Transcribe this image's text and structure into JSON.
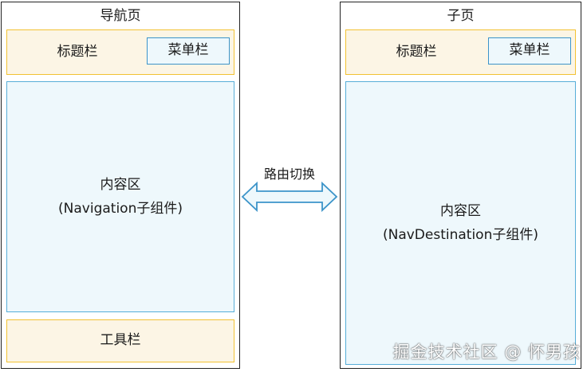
{
  "navigation_page": {
    "title": "导航页",
    "title_bar": "标题栏",
    "menu_bar": "菜单栏",
    "content_line1": "内容区",
    "content_line2": "(Navigation子组件)",
    "tool_bar": "工具栏"
  },
  "sub_page": {
    "title": "子页",
    "title_bar": "标题栏",
    "menu_bar": "菜单栏",
    "content_line1": "内容区",
    "content_line2": "(NavDestination子组件)"
  },
  "connector": {
    "label": "路由切换"
  },
  "watermark": "掘金技术社区 @ 怀男孩",
  "colors": {
    "bar_fill": "#fcf5e5",
    "bar_border": "#f2c233",
    "content_fill": "#eef8fc",
    "content_border": "#57aed8",
    "arrow_border": "#3c94c9"
  }
}
